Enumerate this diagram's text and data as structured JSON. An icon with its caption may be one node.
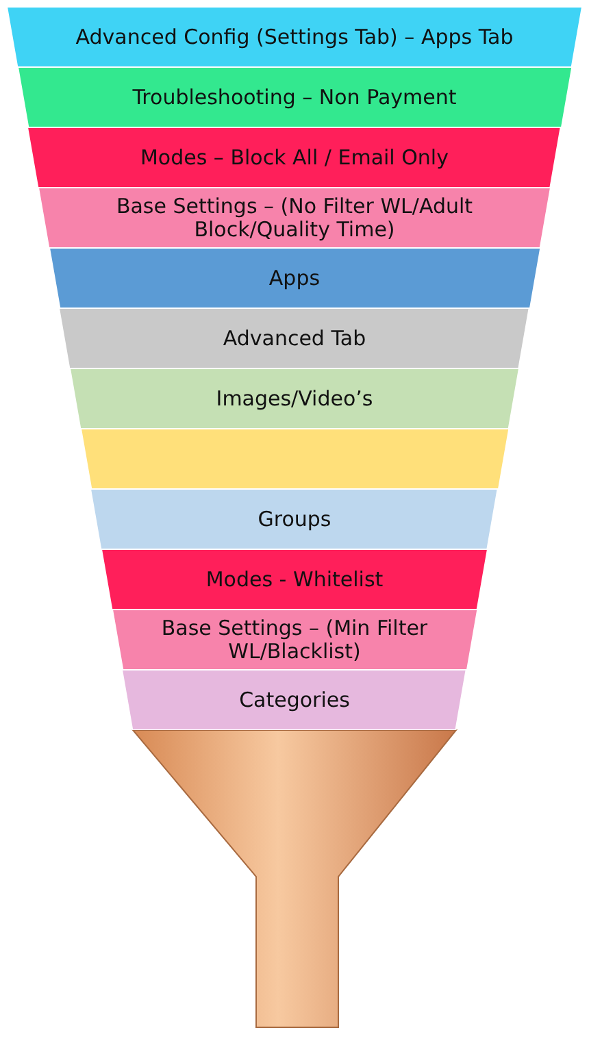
{
  "diagram": {
    "nodes": [
      {
        "text": [
          "Advanced Config (Settings Tab) – Apps Tab"
        ]
      },
      {
        "text": [
          "Troubleshooting – Non Payment"
        ]
      },
      {
        "text": [
          "Modes – Block All / Email Only"
        ]
      },
      {
        "text": [
          "Base Settings – (No Filter WL/Adult Block/Quality Time)"
        ]
      },
      {
        "text": [
          "Apps"
        ]
      },
      {
        "text": [
          "Advanced Tab"
        ]
      },
      {
        "text": [
          "Images/Video’s"
        ]
      },
      {
        "text": [],
        "shape": "band"
      },
      {
        "text": [
          "Groups"
        ]
      },
      {
        "text": [
          "Modes - Whitelist"
        ]
      },
      {
        "text": [
          "Base Settings – (Min Filter WL/Blacklist)"
        ]
      },
      {
        "text": [
          "Categories"
        ]
      }
    ]
  }
}
